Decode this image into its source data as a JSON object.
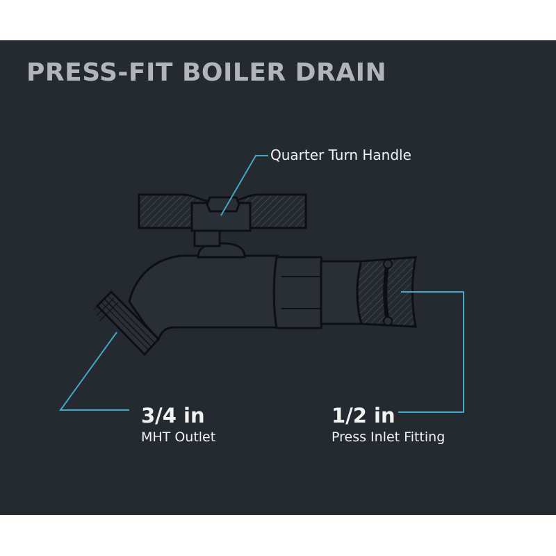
{
  "title": "PRESS-FIT BOILER DRAIN",
  "callouts": {
    "handle": "Quarter Turn Handle",
    "outlet": {
      "size": "3/4 in",
      "type": "MHT Outlet"
    },
    "inlet": {
      "size": "1/2 in",
      "type": "Press Inlet Fitting"
    }
  },
  "colors": {
    "background": "#252a31",
    "title": "#b1b4b8",
    "leader_line": "#3fa9c6",
    "text": "#f2f2f2",
    "valve_body": "#2a2f36",
    "valve_stroke": "#0d0f12"
  }
}
